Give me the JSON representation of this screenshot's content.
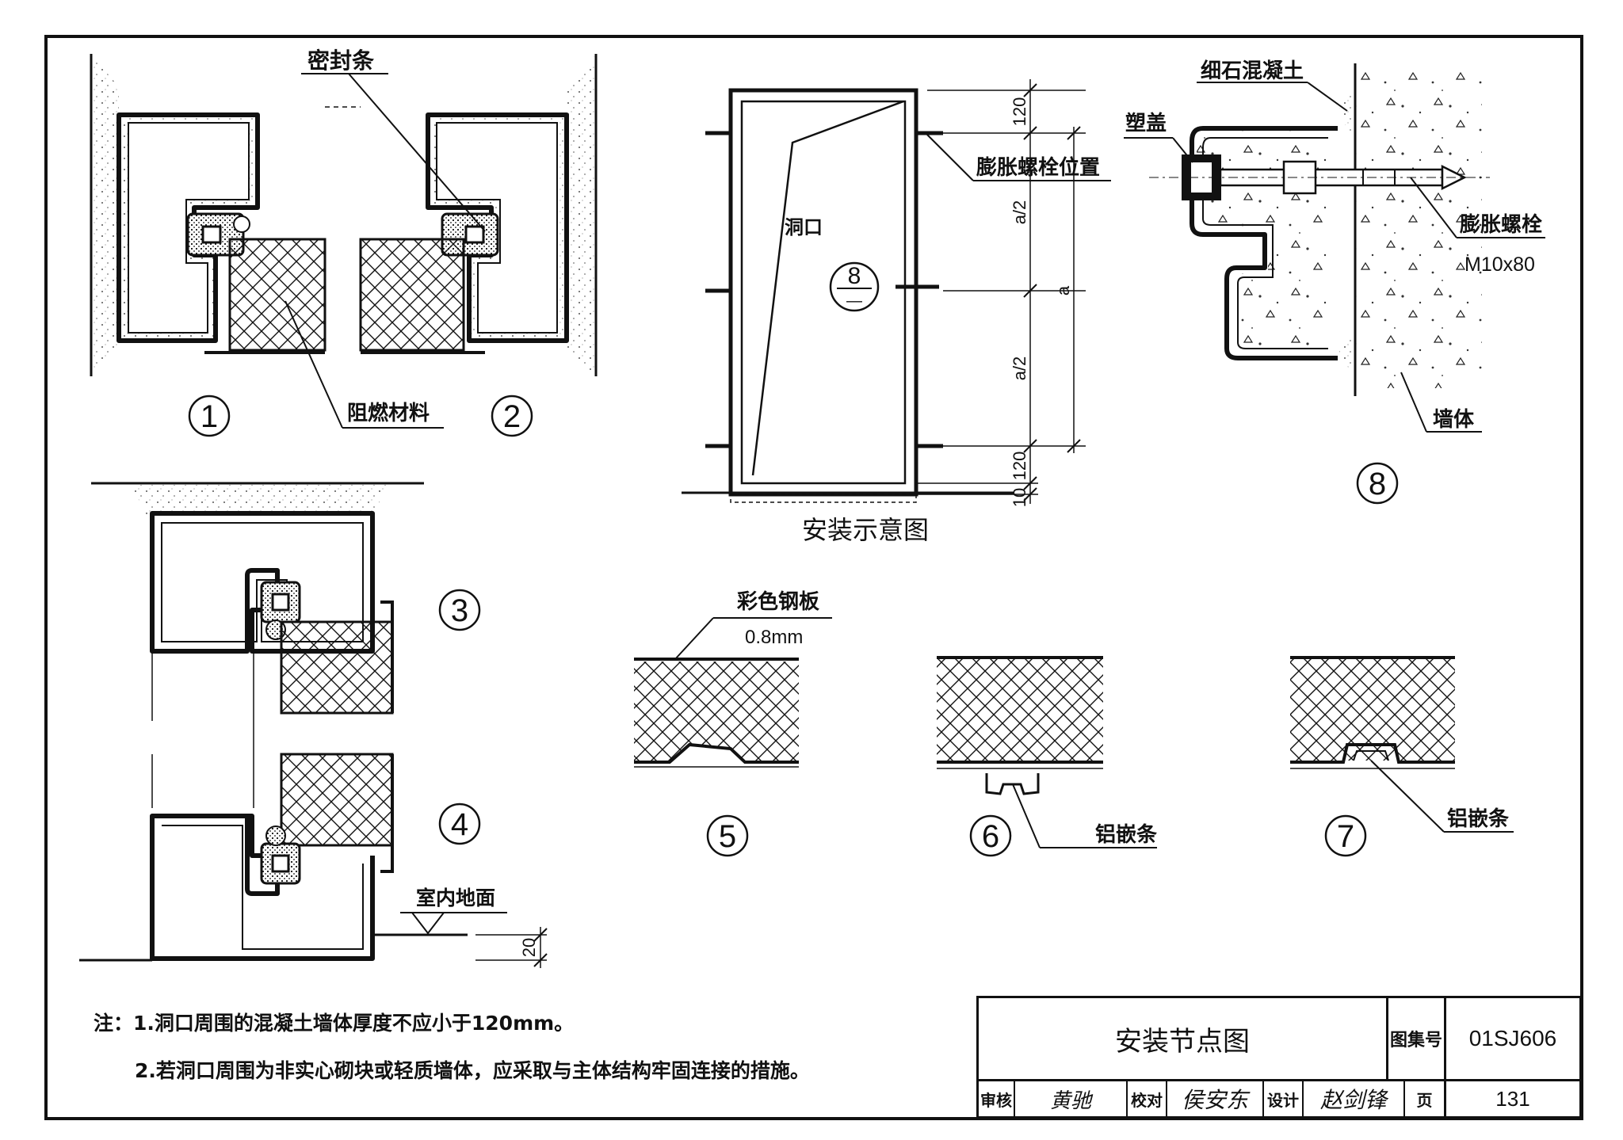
{
  "labels": {
    "seal_strip": "密封条",
    "fire_material": "阻燃材料",
    "hole": "洞口",
    "bolt_position": "膨胀螺栓位置",
    "install_diagram": "安装示意图",
    "fine_concrete": "细石混凝土",
    "plastic_cap": "塑盖",
    "bolt": "膨胀螺栓",
    "bolt_size": "M10x80",
    "wall": "墙体",
    "steel_plate": "彩色钢板",
    "plate_thickness": "0.8mm",
    "aluminium_strip_6": "铝嵌条",
    "aluminium_strip_7": "铝嵌条",
    "indoor_floor": "室内地面"
  },
  "callout": {
    "top": "8",
    "bottom": "—"
  },
  "dimensions": {
    "d120_top": "120",
    "a_half_1": "a/2",
    "a": "a",
    "a_half_2": "a/2",
    "d120_bot": "120",
    "d10": "10",
    "d20": "20"
  },
  "detail_numbers": [
    "1",
    "2",
    "3",
    "4",
    "5",
    "6",
    "7",
    "8"
  ],
  "notes": {
    "note1": "注：1.洞口周围的混凝土墙体厚度不应小于120mm。",
    "note2": "2.若洞口周围为非实心砌块或轻质墙体，应采取与主体结构牢固连接的措施。"
  },
  "title_block": {
    "title": "安装节点图",
    "atlas_label": "图集号",
    "atlas_no": "01SJ606",
    "review_label": "审核",
    "reviewer_sig": "黄驰",
    "check_label": "校对",
    "checker_sig": "侯安东",
    "design_label": "设计",
    "designer_sig": "赵剑锋",
    "page_label": "页",
    "page_no": "131"
  }
}
